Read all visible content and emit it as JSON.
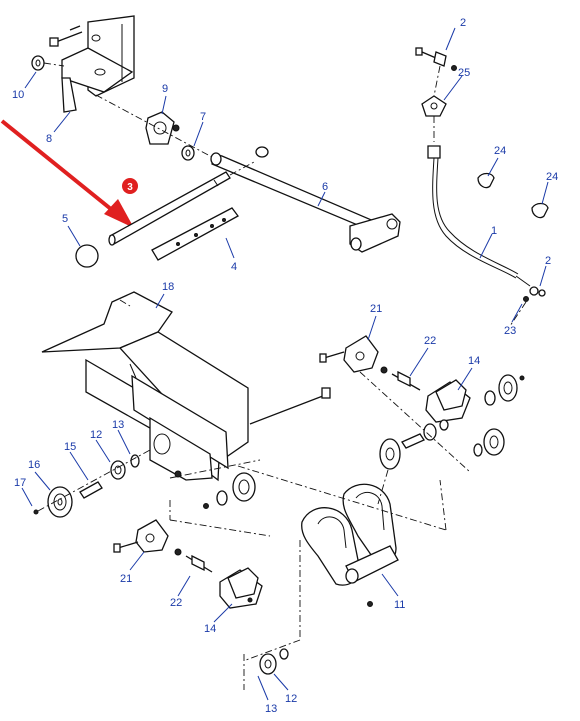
{
  "callout_badge": {
    "label": "3",
    "color": "#e02020"
  },
  "arrow_color": "#e02020",
  "label_color": "#1a3aa8",
  "labels": {
    "l1": "1",
    "l2a": "2",
    "l2b": "2",
    "l4": "4",
    "l5": "5",
    "l6": "6",
    "l7": "7",
    "l8": "8",
    "l9": "9",
    "l10": "10",
    "l11": "11",
    "l12a": "12",
    "l12b": "12",
    "l13a": "13",
    "l13b": "13",
    "l14a": "14",
    "l14b": "14",
    "l15": "15",
    "l16": "16",
    "l17": "17",
    "l18": "18",
    "l21a": "21",
    "l21b": "21",
    "l22a": "22",
    "l22b": "22",
    "l23": "23",
    "l24a": "24",
    "l24b": "24",
    "l25": "25"
  }
}
